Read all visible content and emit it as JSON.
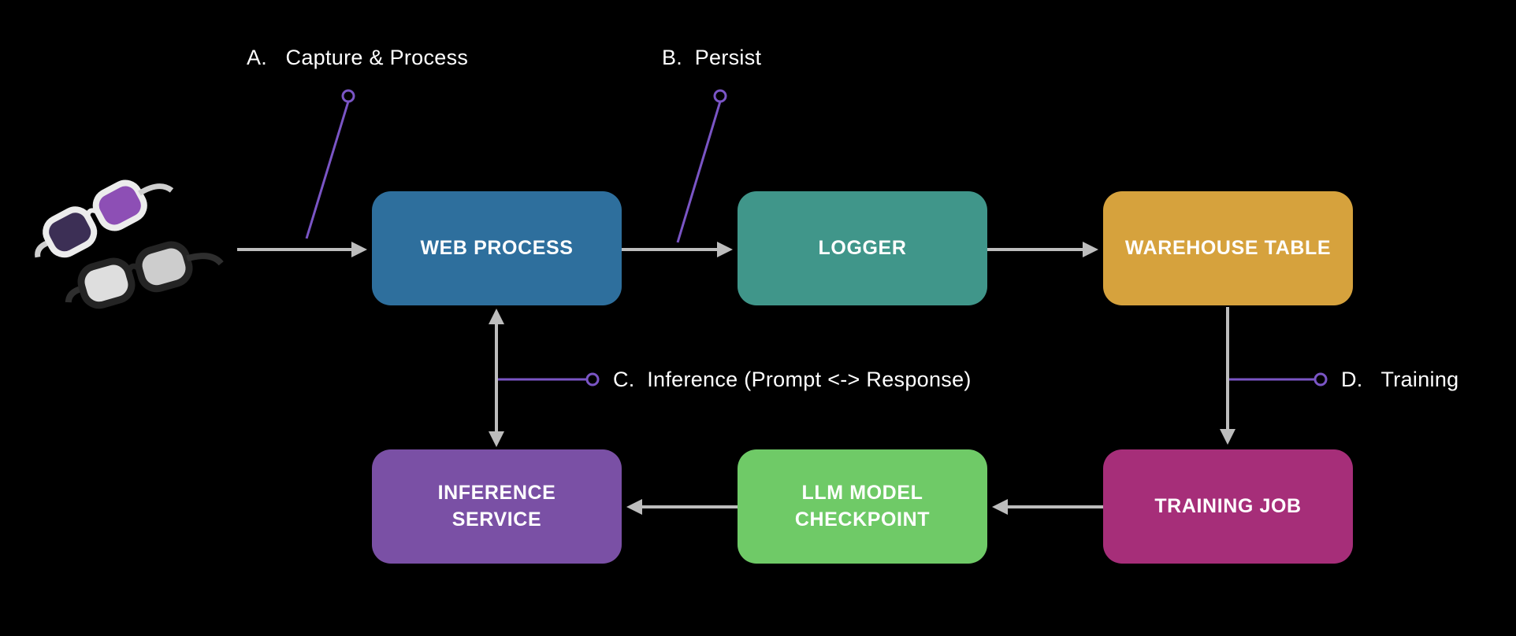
{
  "colors": {
    "background": "#000000",
    "arrow": "#BDBDBD",
    "callout": "#7A55C5",
    "text": "#FFFFFF"
  },
  "nodes": {
    "web_process": {
      "label": "WEB PROCESS",
      "color": "#2E6F9D"
    },
    "logger": {
      "label": "LOGGER",
      "color": "#40968A"
    },
    "warehouse_table": {
      "label": "WAREHOUSE TABLE",
      "color": "#D6A23D"
    },
    "inference_service": {
      "label": "INFERENCE SERVICE",
      "color": "#7A50A5"
    },
    "llm_model_checkpoint": {
      "label": "LLM MODEL CHECKPOINT",
      "color": "#6FCA67"
    },
    "training_job": {
      "label": "TRAINING JOB",
      "color": "#A62E79"
    }
  },
  "annotations": {
    "a": {
      "label": "A.   Capture & Process"
    },
    "b": {
      "label": "B.  Persist"
    },
    "c": {
      "label": "C.  Inference (Prompt <-> Response)"
    },
    "d": {
      "label": "D.   Training"
    }
  },
  "flows": [
    "smart-glasses -> web_process",
    "web_process -> logger",
    "logger -> warehouse_table",
    "warehouse_table -> training_job",
    "training_job -> llm_model_checkpoint",
    "llm_model_checkpoint -> inference_service",
    "inference_service <-> web_process"
  ],
  "images": {
    "glasses": "smart-glasses"
  }
}
